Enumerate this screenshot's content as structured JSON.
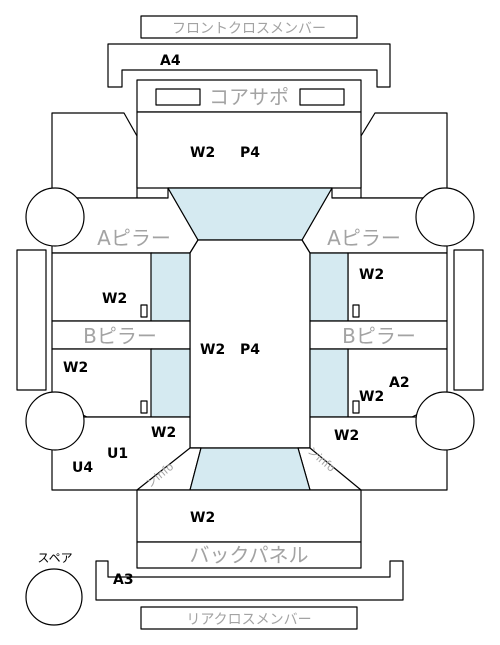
{
  "labels": {
    "front_cross_member": "フロントクロスメンバー",
    "core_support": "コアサポ",
    "a_pillar": "Aピラー",
    "b_pillar": "Bピラー",
    "back_panel": "バックパネル",
    "rear_cross_member": "リアクロスメンバー",
    "spare": "スペア",
    "uinfo": "ンinfo"
  },
  "markers": {
    "a4": "A4",
    "a3": "A3",
    "a2": "A2",
    "u1": "U1",
    "u4": "U4",
    "w2": "W2",
    "p4": "P4"
  }
}
